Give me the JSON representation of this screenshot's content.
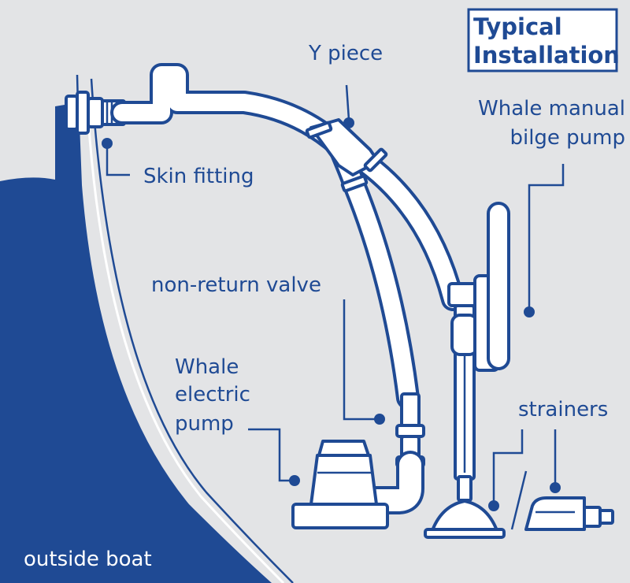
{
  "colors": {
    "brand": "#1f4a94",
    "background": "#e3e4e6",
    "white": "#ffffff"
  },
  "title": {
    "line1": "Typical",
    "line2": "Installation"
  },
  "labels": {
    "y_piece": "Y piece",
    "skin_fitting": "Skin fitting",
    "manual_pump_line1": "Whale manual",
    "manual_pump_line2": "bilge pump",
    "non_return_valve": "non-return valve",
    "electric_pump_line1": "Whale",
    "electric_pump_line2": "electric",
    "electric_pump_line3": "pump",
    "strainers": "strainers",
    "outside_boat": "outside boat"
  }
}
